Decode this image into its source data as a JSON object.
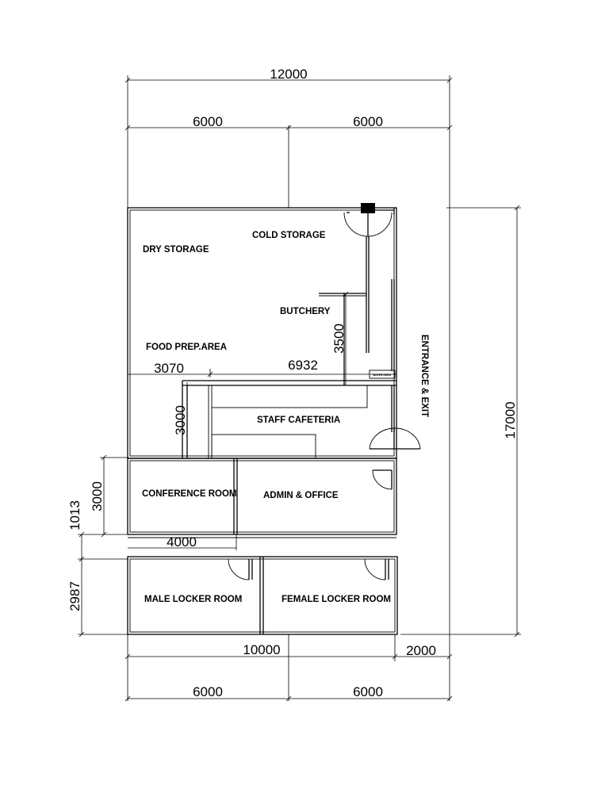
{
  "dimensions": {
    "top_total": "12000",
    "top_left": "6000",
    "top_right": "6000",
    "bottom_left_span": "10000",
    "bottom_right_span": "2000",
    "bottom_left": "6000",
    "bottom_right": "6000",
    "right_height": "17000",
    "left_conference": "3000",
    "left_corridor": "1013",
    "left_locker": "2987",
    "butchery_height": "3500",
    "food_prep_width": "3070",
    "interior_width": "6932",
    "cafeteria_height": "3000",
    "conference_width": "4000"
  },
  "rooms": {
    "dry_storage": "DRY STORAGE",
    "cold_storage": "COLD STORAGE",
    "butchery": "BUTCHERY",
    "food_prep": "FOOD PREP.AREA",
    "staff_cafeteria": "STAFF CAFETERIA",
    "conference_room": "CONFERENCE ROOM",
    "admin_office": "ADMIN & OFFICE",
    "male_locker": "MALE LOCKER ROOM",
    "female_locker": "FEMALE LOCKER ROOM",
    "water_area": "WATER AREA",
    "entrance_exit": "ENTRANCE & EXIT"
  }
}
